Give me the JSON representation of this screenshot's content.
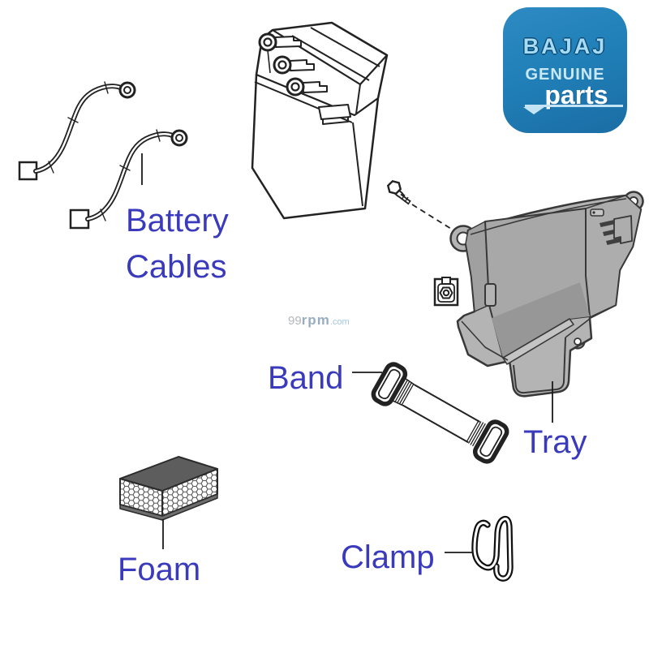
{
  "labels": {
    "battery_cables_line1": "Battery",
    "battery_cables_line2": "Cables",
    "band": "Band",
    "tray": "Tray",
    "foam": "Foam",
    "clamp": "Clamp"
  },
  "logo": {
    "brand": "BAJAJ",
    "line1": "GENUINE",
    "line2": "parts"
  },
  "watermark": {
    "part1": "99",
    "part2": "rpm",
    "part3": ".com"
  },
  "parts_shown": [
    "Battery Cables",
    "Battery",
    "Bolt",
    "Clip Nut",
    "Tray",
    "Band",
    "Foam",
    "Clamp"
  ],
  "colors": {
    "label_blue": "#3a3abd",
    "logo_background_blue": "#2180b8",
    "logo_brand_lightblue": "#a5dcf4",
    "logo_parts_white": "#ffffff",
    "tray_gray": "#b4b4b4",
    "foam_top_gray": "#5d5d5d",
    "line_art": "#222222",
    "watermark_gray": "#b3b7ba",
    "watermark_blue": "#a4c6e0"
  }
}
